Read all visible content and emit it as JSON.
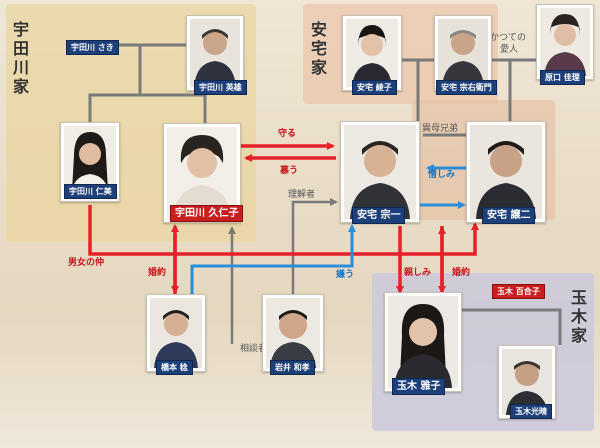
{
  "families": {
    "udagawa": "宇田川家",
    "ataku": "安宅家",
    "tamaki": "玉木家"
  },
  "people": {
    "udagawa_saki": "宇田川 さき",
    "udagawa_hideo": "宇田川 英雄",
    "udagawa_hitomi": "宇田川 仁美",
    "udagawa_kuniko": "宇田川 久仁子",
    "ataku_ayako": "安宅 綾子",
    "ataku_muneemon": "安宅 宗右衛門",
    "haraguchi_keiri": "原口 佳理",
    "ataku_soichi": "安宅 宗一",
    "ataku_joji": "安宅 譲二",
    "hashimoto_minoru": "橋本 稔",
    "iwai_kazutaka": "岩井 和孝",
    "tamaki_yuriko": "玉木 百合子",
    "tamaki_masako": "玉木 雅子",
    "tamaki_mitsuharu": "玉木光晴"
  },
  "relations": {
    "mamoru": "守る",
    "shitau": "慕う",
    "ibo_kyodai": "異母兄弟",
    "nikushimi": "憎しみ",
    "katsute_no_aijin_1": "かつての",
    "katsute_no_aijin_2": "愛人",
    "rikaisha": "理解者",
    "danjo_no_naka": "男女の仲",
    "konyaku_1": "婚約",
    "kirau": "嫌う",
    "shitashimi": "親しみ",
    "konyaku_2": "婚約",
    "sodansha": "相談者"
  },
  "colors": {
    "red_arrow": "#e8202a",
    "blue_arrow": "#2a8fd8",
    "gray_line": "#7a7a7a",
    "nameplate_blue": "#1d3f7a",
    "nameplate_red": "#c81e1e"
  }
}
